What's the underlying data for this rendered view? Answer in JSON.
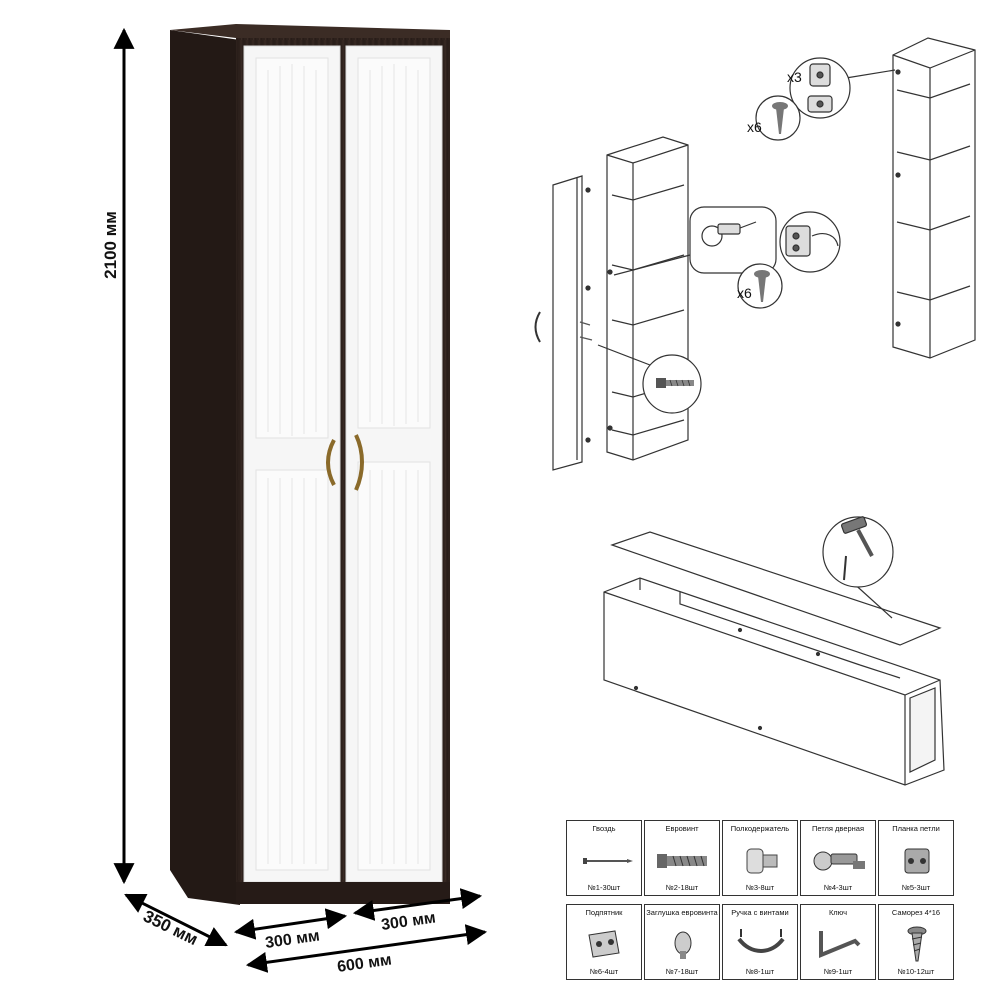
{
  "dimensions": {
    "height": "2100 мм",
    "depth": "350 мм",
    "door_left": "300 мм",
    "door_right": "300 мм",
    "width": "600 мм"
  },
  "quantities": {
    "hinge_plates": "x3",
    "hinge_screws_top": "x6",
    "hinge_screws_mid": "x6"
  },
  "parts": [
    {
      "name": "Гвоздь",
      "count": "№1-30шт",
      "icon": "nail-icon"
    },
    {
      "name": "Евровинт",
      "count": "№2-18шт",
      "icon": "eurovint-icon"
    },
    {
      "name": "Полкодержатель",
      "count": "№3-8шт",
      "icon": "shelf-support-icon"
    },
    {
      "name": "Петля дверная",
      "count": "№4-3шт",
      "icon": "door-hinge-icon"
    },
    {
      "name": "Планка петли",
      "count": "№5-3шт",
      "icon": "hinge-plate-icon"
    },
    {
      "name": "Подпятник",
      "count": "№6-4шт",
      "icon": "foot-pad-icon"
    },
    {
      "name": "Заглушка евровинта",
      "count": "№7-18шт",
      "icon": "cap-icon"
    },
    {
      "name": "Ручка с винтами",
      "count": "№8-1шт",
      "icon": "handle-icon"
    },
    {
      "name": "Ключ",
      "count": "№9-1шт",
      "icon": "hex-key-icon"
    },
    {
      "name": "Саморез 4*16",
      "count": "№10-12шт",
      "icon": "screw-icon"
    }
  ]
}
